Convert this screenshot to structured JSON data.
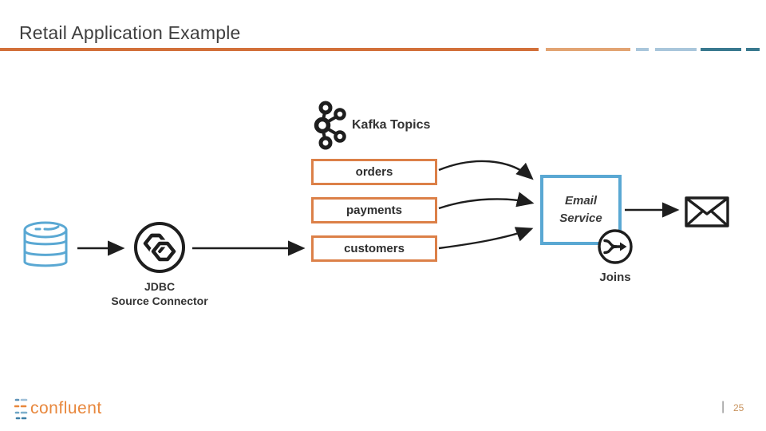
{
  "slide": {
    "title": "Retail Application Example",
    "page_number": "25",
    "page_divider": "|"
  },
  "logo": {
    "wordmark": "confluent"
  },
  "diagram": {
    "kafka": {
      "label": "Kafka Topics"
    },
    "topics": [
      {
        "label": "orders"
      },
      {
        "label": "payments"
      },
      {
        "label": "customers"
      }
    ],
    "connector": {
      "line1": "JDBC",
      "line2": "Source Connector"
    },
    "email_service": {
      "line1": "Email",
      "line2": "Service"
    },
    "joins": {
      "label": "Joins"
    },
    "icons": [
      "database-icon",
      "connect-circle-icon",
      "kafka-logo-icon",
      "join-merge-icon",
      "envelope-icon"
    ]
  },
  "colors": {
    "accent_orange": "#d2703a",
    "accent_orange_light": "#e2a473",
    "pale_blue": "#a9c6db",
    "teal": "#39798f",
    "topic_box_border": "#dc8048",
    "service_box_border": "#5aa8d3",
    "ink": "#1e1e1e",
    "text_dark": "#333333",
    "logo_orange": "#e8873c",
    "page_number_color": "#c8935e"
  }
}
